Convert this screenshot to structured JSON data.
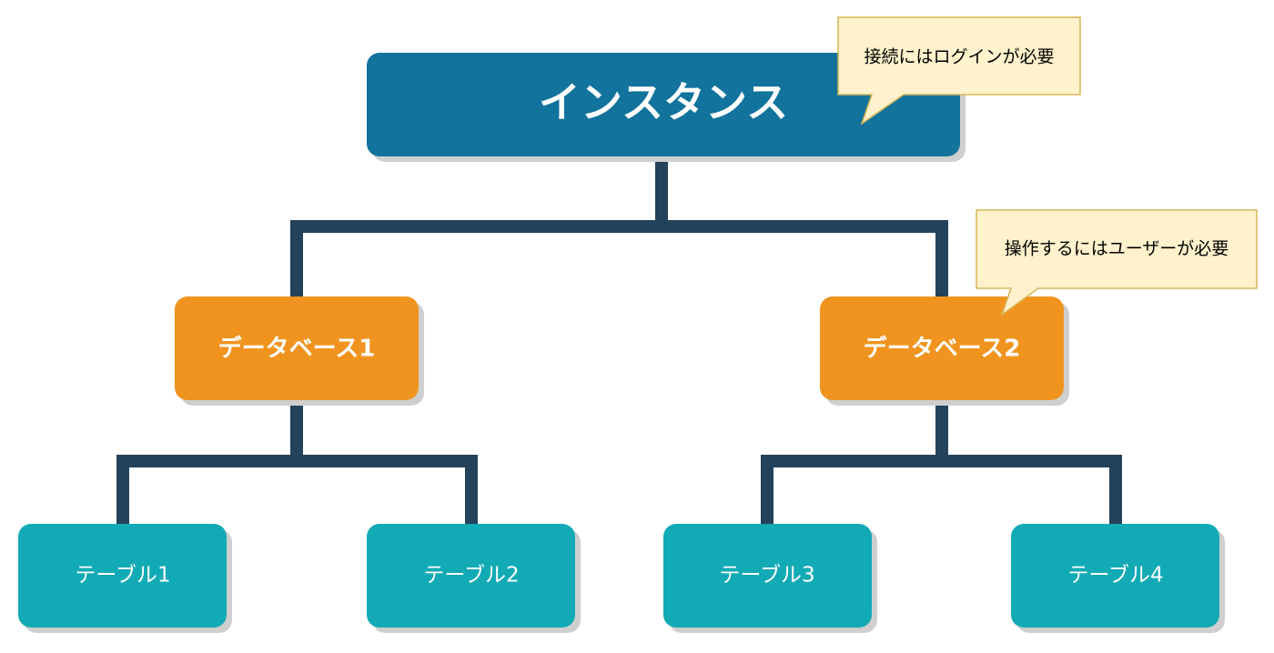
{
  "colors": {
    "connector": "#23425b",
    "instance": "#12739c",
    "database": "#f0941f",
    "table": "#12aab5",
    "callout_fill": "#fff2cc",
    "callout_stroke": "#d6b656",
    "shadow": "#cfcfcf"
  },
  "nodes": {
    "instance": {
      "label": "インスタンス"
    },
    "database1": {
      "label": "データベース1"
    },
    "database2": {
      "label": "データベース2"
    },
    "table1": {
      "label": "テーブル1"
    },
    "table2": {
      "label": "テーブル2"
    },
    "table3": {
      "label": "テーブル3"
    },
    "table4": {
      "label": "テーブル4"
    }
  },
  "callouts": {
    "login": {
      "text": "接続にはログインが必要"
    },
    "user": {
      "text": "操作するにはユーザーが必要"
    }
  }
}
